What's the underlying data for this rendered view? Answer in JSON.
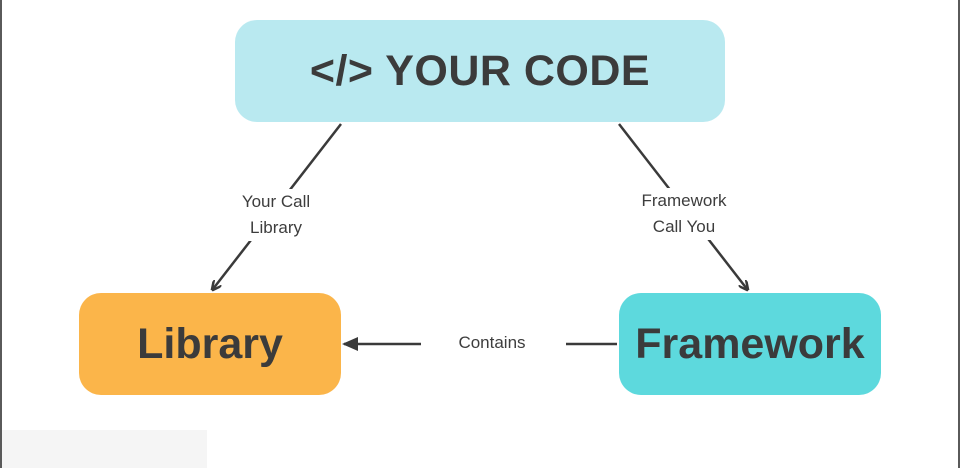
{
  "nodes": {
    "code": {
      "label": "</> YOUR CODE",
      "color": "#b9e9f0"
    },
    "library": {
      "label": "Library",
      "color": "#fbb54a"
    },
    "framework": {
      "label": "Framework",
      "color": "#5dd9dd"
    }
  },
  "edges": {
    "code_to_library": {
      "line1": "Your Call",
      "line2": "Library"
    },
    "framework_from_code": {
      "line1": "Framework",
      "line2": "Call You"
    },
    "framework_to_library": {
      "label": "Contains"
    }
  },
  "colors": {
    "arrow": "#3a3a3a",
    "text": "#3b3b3b"
  }
}
